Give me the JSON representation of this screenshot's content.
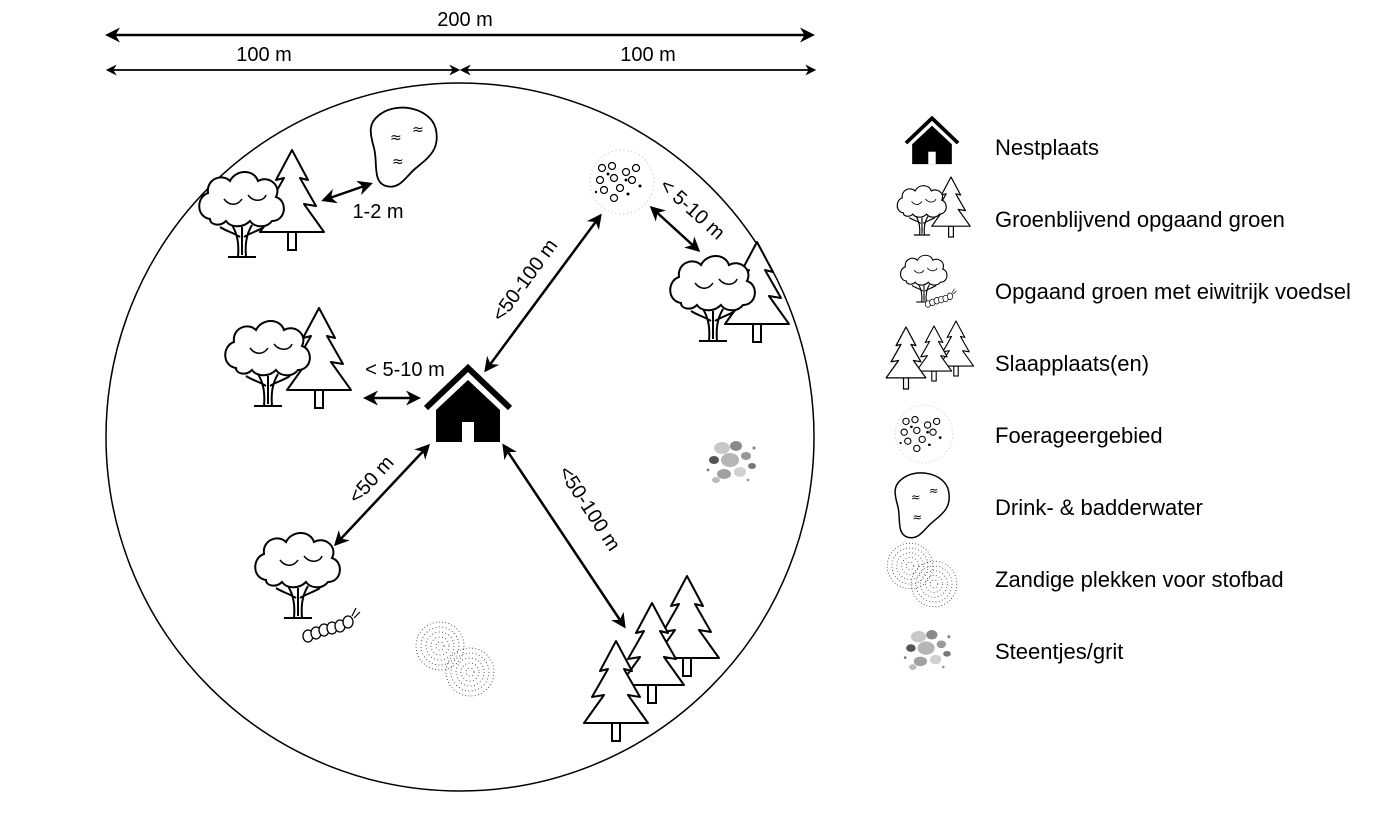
{
  "scale": {
    "total": "200 m",
    "left_half": "100 m",
    "right_half": "100 m"
  },
  "distances": {
    "tree_to_water": "1-2 m",
    "nest_to_greenery": "< 5-10 m",
    "nest_to_foraging": "<50-100 m",
    "foraging_to_greenery": "< 5-10 m",
    "nest_to_food_greenery": "<50 m",
    "nest_to_roost": "<50-100 m"
  },
  "legend": [
    {
      "icon": "house-icon",
      "label": "Nestplaats"
    },
    {
      "icon": "evergreen-trees-icon",
      "label": "Groenblijvend opgaand groen"
    },
    {
      "icon": "tree-caterpillar-icon",
      "label": "Opgaand groen met eiwitrijk voedsel"
    },
    {
      "icon": "conifers-icon",
      "label": "Slaapplaats(en)"
    },
    {
      "icon": "foraging-area-icon",
      "label": "Foerageergebied"
    },
    {
      "icon": "water-pond-icon",
      "label": "Drink- & badderwater"
    },
    {
      "icon": "sand-patch-icon",
      "label": "Zandige plekken voor stofbad"
    },
    {
      "icon": "grit-stones-icon",
      "label": "Steentjes/grit"
    }
  ]
}
